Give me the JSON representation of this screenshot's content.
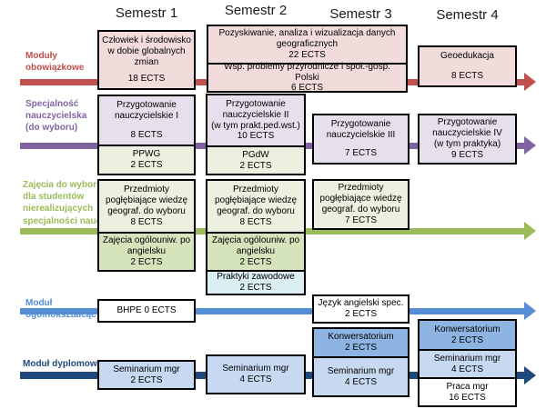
{
  "headers": [
    "Semestr 1",
    "Semestr 2",
    "Semestr 3",
    "Semestr 4"
  ],
  "rows": {
    "mandatory": {
      "label_lines": [
        "Moduły",
        "obowiązkowe"
      ],
      "cells": {
        "s1": {
          "title": "Człowiek i środowisko w dobie globalnych zmian",
          "ects": "18 ECTS"
        },
        "s23a": {
          "title": "Pozyskiwanie, analiza i wizualizacja danych geograficznych",
          "ects": "22 ECTS"
        },
        "s23b": {
          "title": "Wsp. problemy przyrodnicze i społ.-gosp. Polski",
          "ects": "6 ECTS"
        },
        "s4": {
          "title": "Geoedukacja",
          "ects": "8 ECTS"
        }
      }
    },
    "teacher": {
      "label_lines": [
        "Specjalność",
        "nauczycielska",
        "(do wyboru)"
      ],
      "cells": {
        "s1a": {
          "title": "Przygotowanie nauczycielskie I",
          "ects": "8 ECTS"
        },
        "s1b": {
          "title": "PPWG",
          "ects": "2 ECTS"
        },
        "s2a": {
          "title": "Przygotowanie nauczycielskie II",
          "subtitle": "(w tym prakt.ped.wst.)",
          "ects": "10 ECTS"
        },
        "s2b": {
          "title": "PGdW",
          "ects": "2 ECTS"
        },
        "s3": {
          "title": "Przygotowanie nauczycielskie III",
          "ects": "7 ECTS"
        },
        "s4": {
          "title": "Przygotowanie nauczycielskie IV",
          "subtitle": "(w tym praktyka)",
          "ects": "9 ECTS"
        }
      }
    },
    "elective": {
      "label_lines": [
        "Zajęcia do wyboru",
        "dla studentów",
        "nierealizujących",
        "specjalności naucz."
      ],
      "cells": {
        "s1a": {
          "title": "Przedmioty pogłębiające wiedzę geograf. do wyboru",
          "ects": "8 ECTS"
        },
        "s1b": {
          "title": "Zajęcia ogólouniw. po angielsku",
          "ects": "2 ECTS"
        },
        "s2a": {
          "title": "Przedmioty pogłębiające wiedzę geograf. do wyboru",
          "ects": "8 ECTS"
        },
        "s2b": {
          "title": "Zajęcia ogólouniw. po angielsku",
          "ects": "2 ECTS"
        },
        "s2c": {
          "title": "Praktyki zawodowe",
          "ects": "2 ECTS"
        },
        "s3": {
          "title": "Przedmioty pogłębiające wiedzę geograf. do wyboru",
          "ects": "7 ECTS"
        }
      }
    },
    "general": {
      "label_lines": [
        "Moduł",
        "ogólnokształcący"
      ],
      "cells": {
        "s1": {
          "title": "BHPE 0 ECTS"
        },
        "s3": {
          "title": "Język angielski spec.",
          "ects": "2 ECTS"
        }
      }
    },
    "diploma": {
      "label_lines": [
        "Moduł dyplomowy"
      ],
      "cells": {
        "s1": {
          "title": "Seminarium mgr",
          "ects": "2 ECTS"
        },
        "s2": {
          "title": "Seminarium mgr",
          "ects": "4 ECTS"
        },
        "s3a": {
          "title": "Konwersatorium",
          "ects": "2 ECTS"
        },
        "s3b": {
          "title": "Seminarium mgr",
          "ects": "4 ECTS"
        },
        "s4a": {
          "title": "Konwersatorium",
          "ects": "2 ECTS"
        },
        "s4b": {
          "title": "Seminarium mgr",
          "ects": "4 ECTS"
        },
        "s4c": {
          "title": "Praca mgr",
          "ects": "16 ECTS"
        }
      }
    }
  },
  "palette": {
    "mandatory_accent": "#c0504d",
    "mandatory_fill": "#f2dcdb",
    "teacher_accent": "#8064a2",
    "teacher_fill": "#e6e0ec",
    "elective_accent": "#9bbb59",
    "elective_fill_light": "#ebf1de",
    "elective_fill": "#d6e4bc",
    "practice_fill": "#daeef3",
    "general_accent": "#558ed5",
    "general_fill": "#ffffff",
    "diploma_accent": "#1f497d",
    "diploma_fill_light": "#c6d9f1",
    "diploma_fill_medium": "#8db4e2",
    "thesis_fill": "#ffffff"
  }
}
